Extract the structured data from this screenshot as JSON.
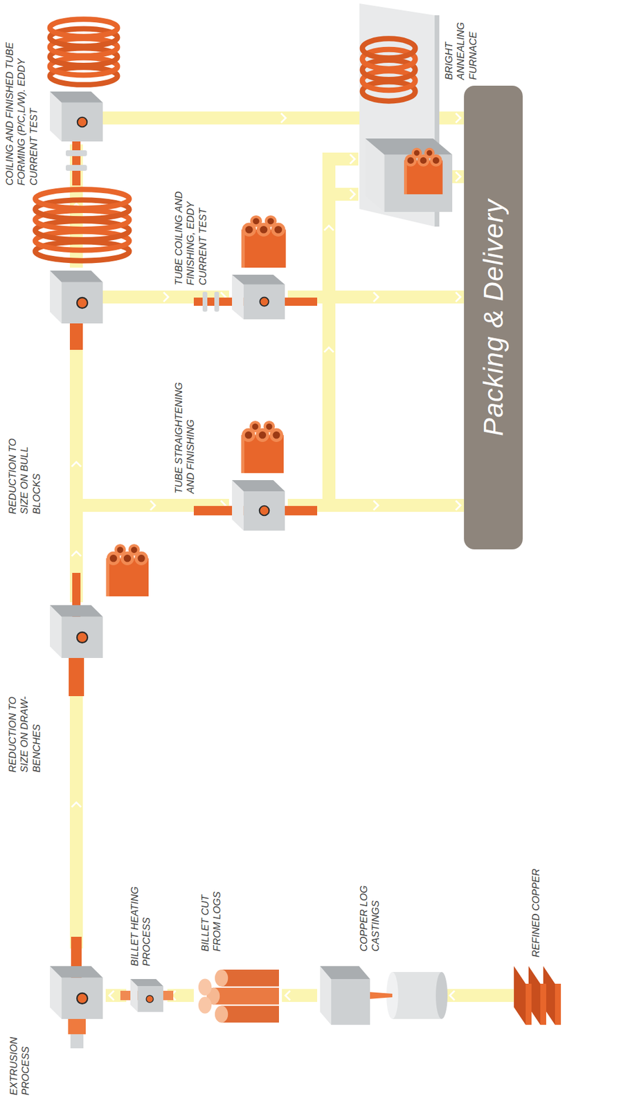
{
  "diagram": {
    "nodes": [
      {
        "text": [
          "REFINED COPPER"
        ]
      },
      {
        "text": [
          "COPPER LOG CASTINGS"
        ]
      },
      {
        "text": [
          "BILLET CUT FROM LOGS"
        ]
      },
      {
        "text": [
          "BILLET HEATING PROCESS"
        ]
      },
      {
        "text": [
          "EXTRUSION PROCESS"
        ]
      },
      {
        "text": [
          "REDUCTION TO SIZE ON DRAW-BENCHES"
        ]
      },
      {
        "text": [
          "REDUCTION TO SIZE ON BULL BLOCKS"
        ]
      },
      {
        "text": [
          "COILING AND FINISHED TUBE FORMING (P/C,L/W). EDDY CURRENT TEST"
        ]
      },
      {
        "text": [
          "TUBE STRAIGHTENING AND FINISHING"
        ]
      },
      {
        "text": [
          "TUBE COILING AND FINISHING, EDDY CURRENT TEST"
        ]
      },
      {
        "text": [
          "BRIGHT ANNEALING FURNACE"
        ]
      },
      {
        "text": [
          "Packing & Delivery"
        ]
      }
    ],
    "edges": [
      {
        "from": 0,
        "to": 1,
        "arrow": "to"
      },
      {
        "from": 1,
        "to": 2,
        "arrow": "to"
      },
      {
        "from": 2,
        "to": 3,
        "arrow": "to"
      },
      {
        "from": 3,
        "to": 4,
        "arrow": "to"
      },
      {
        "from": 4,
        "to": 5,
        "arrow": "to"
      },
      {
        "from": 5,
        "to": 6,
        "arrow": "to"
      },
      {
        "from": 6,
        "to": 7,
        "arrow": "to"
      },
      {
        "from": 5,
        "to": 8,
        "arrow": "to"
      },
      {
        "from": 6,
        "to": 9,
        "arrow": "to"
      },
      {
        "from": 7,
        "to": 11,
        "arrow": "to"
      },
      {
        "from": 8,
        "to": 11,
        "arrow": "to"
      },
      {
        "from": 9,
        "to": 11,
        "arrow": "to"
      },
      {
        "from": 8,
        "to": 10,
        "arrow": "to"
      },
      {
        "from": 9,
        "to": 10,
        "arrow": "to"
      },
      {
        "from": 10,
        "to": 11,
        "arrow": "to"
      }
    ]
  }
}
